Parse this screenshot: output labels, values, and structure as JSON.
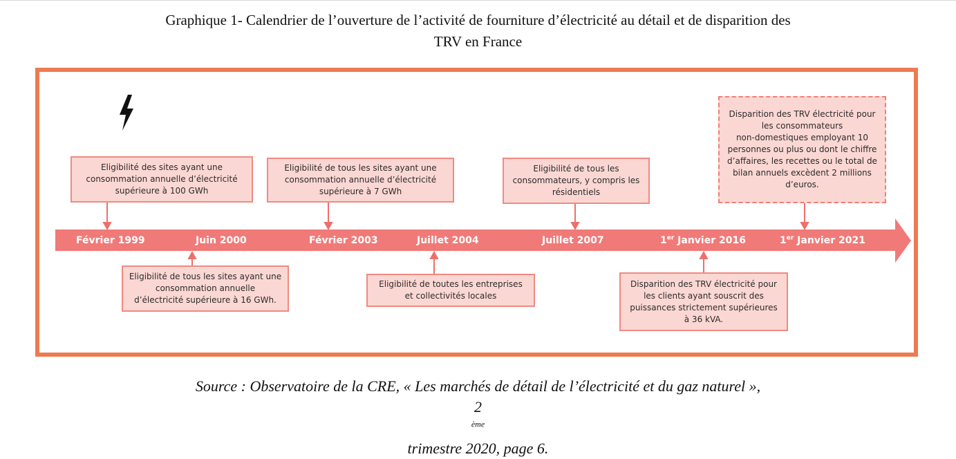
{
  "title": {
    "line1": "Graphique 1- Calendrier de l’ouverture de l’activité de fourniture d’électricité au détail et de disparition des",
    "line2": "TRV en France"
  },
  "colors": {
    "frame": "#ec7b52",
    "arrow": "#f07a78",
    "box_fill": "#fbd7d3",
    "box_border": "#ef8a82"
  },
  "icons": {
    "logo": "lightning-bolt-icon"
  },
  "timeline": {
    "dates": [
      {
        "label": "Février 1999"
      },
      {
        "label": "Juin 2000"
      },
      {
        "label": "Février 2003"
      },
      {
        "label": "Juillet 2004"
      },
      {
        "label": "Juillet 2007"
      },
      {
        "prefix": "1",
        "sup": "er",
        "label": " Janvier 2016"
      },
      {
        "prefix": "1",
        "sup": "er",
        "label": " Janvier 2021"
      }
    ],
    "events_above": [
      {
        "lines": [
          "Eligibilité des sites ayant une",
          "consommation annuelle d’électricité",
          "supérieure à 100 GWh"
        ]
      },
      {
        "lines": [
          "Eligibilité de tous les sites ayant une",
          "consommation annuelle d’électricité",
          "supérieure à 7 GWh"
        ]
      },
      {
        "lines": [
          "Eligibilité de tous les",
          "consommateurs, y compris les",
          "résidentiels"
        ]
      },
      {
        "lines": [
          "Disparition des TRV électricité pour",
          "les consommateurs",
          "non-domestiques employant 10",
          "personnes ou plus ou dont le chiffre",
          "d’affaires, les recettes ou le total de",
          "bilan annuels excèdent 2 millions",
          "d’euros."
        ]
      }
    ],
    "events_below": [
      {
        "lines": [
          "Eligibilité de tous les sites ayant une",
          "consommation annuelle",
          "d’électricité supérieure à 16 GWh."
        ]
      },
      {
        "lines": [
          "Eligibilité de toutes les entreprises",
          "et collectivités locales"
        ]
      },
      {
        "lines": [
          "Disparition des TRV électricité pour",
          "les clients ayant souscrit des",
          "puissances strictement supérieures",
          "à 36 kVA."
        ]
      }
    ]
  },
  "source": {
    "line1": "Source : Observatoire de la CRE, « Les marchés de détail de l’électricité et du gaz naturel »,",
    "line2_prefix": "2",
    "line2_sup": "ème",
    "line2_rest": " trimestre 2020, page 6."
  }
}
